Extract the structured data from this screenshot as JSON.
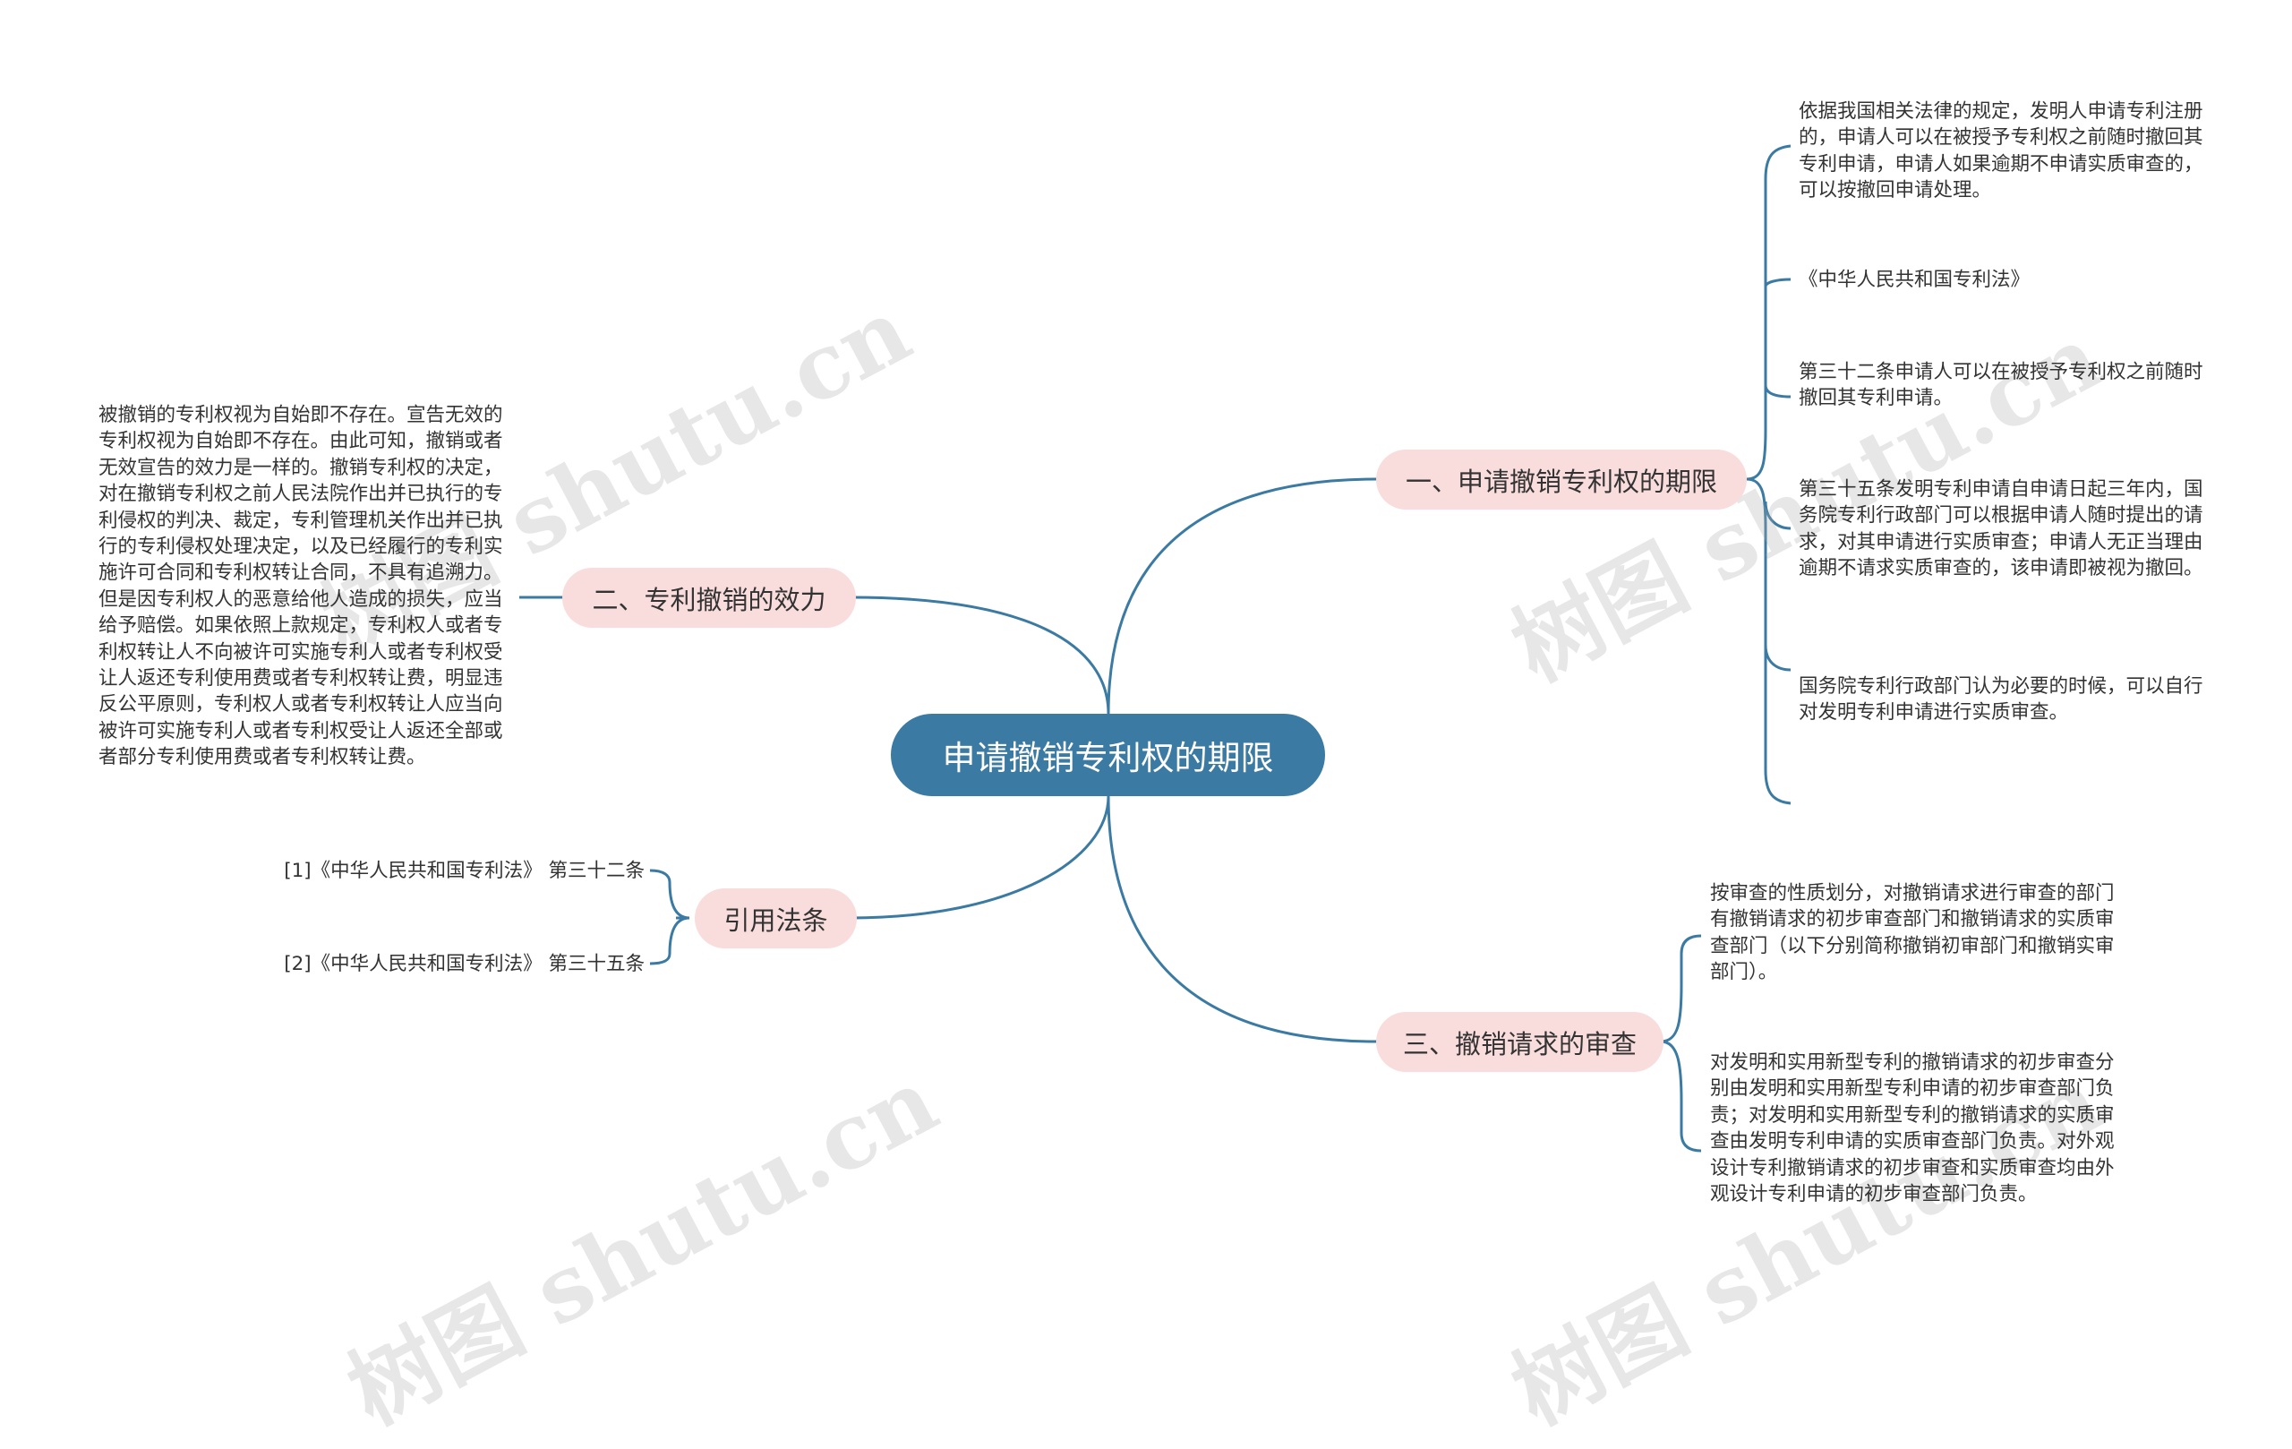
{
  "root": {
    "title": "申请撤销专利权的期限"
  },
  "branches": {
    "b1": {
      "label": "一、申请撤销专利权的期限",
      "leaves": [
        "依据我国相关法律的规定，发明人申请专利注册的，申请人可以在被授予专利权之前随时撤回其专利申请，申请人如果逾期不申请实质审查的，可以按撤回申请处理。",
        "《中华人民共和国专利法》",
        "第三十二条申请人可以在被授予专利权之前随时撤回其专利申请。",
        "第三十五条发明专利申请自申请日起三年内，国务院专利行政部门可以根据申请人随时提出的请求，对其申请进行实质审查；申请人无正当理由逾期不请求实质审查的，该申请即被视为撤回。",
        "国务院专利行政部门认为必要的时候，可以自行对发明专利申请进行实质审查。",
        ""
      ]
    },
    "b2": {
      "label": "二、专利撤销的效力",
      "leaves": [
        "被撤销的专利权视为自始即不存在。宣告无效的专利权视为自始即不存在。由此可知，撤销或者无效宣告的效力是一样的。撤销专利权的决定，对在撤销专利权之前人民法院作出并已执行的专利侵权的判决、裁定，专利管理机关作出并已执行的专利侵权处理决定，以及已经履行的专利实施许可合同和专利权转让合同，不具有追溯力。但是因专利权人的恶意给他人造成的损失，应当给予赔偿。如果依照上款规定，专利权人或者专利权转让人不向被许可实施专利人或者专利权受让人返还专利使用费或者专利权转让费，明显违反公平原则，专利权人或者专利权转让人应当向被许可实施专利人或者专利权受让人返还全部或者部分专利使用费或者专利权转让费。"
      ]
    },
    "b3": {
      "label": "三、撤销请求的审查",
      "leaves": [
        "按审查的性质划分，对撤销请求进行审查的部门有撤销请求的初步审查部门和撤销请求的实质审查部门（以下分别简称撤销初审部门和撤销实审部门）。",
        "对发明和实用新型专利的撤销请求的初步审查分别由发明和实用新型专利申请的初步审查部门负责；对发明和实用新型专利的撤销请求的实质审查由发明专利申请的实质审查部门负责。对外观设计专利撤销请求的初步审查和实质审查均由外观设计专利申请的初步审查部门负责。"
      ]
    },
    "b4": {
      "label": "引用法条",
      "leaves": [
        "[1]《中华人民共和国专利法》 第三十二条",
        "[2]《中华人民共和国专利法》 第三十五条"
      ]
    }
  },
  "watermark": {
    "text": "树图 shutu.cn"
  },
  "colors": {
    "root_fill": "#3b7aa3",
    "branch_fill": "#f9dcdc",
    "line": "#3b7aa3",
    "text": "#333333"
  }
}
